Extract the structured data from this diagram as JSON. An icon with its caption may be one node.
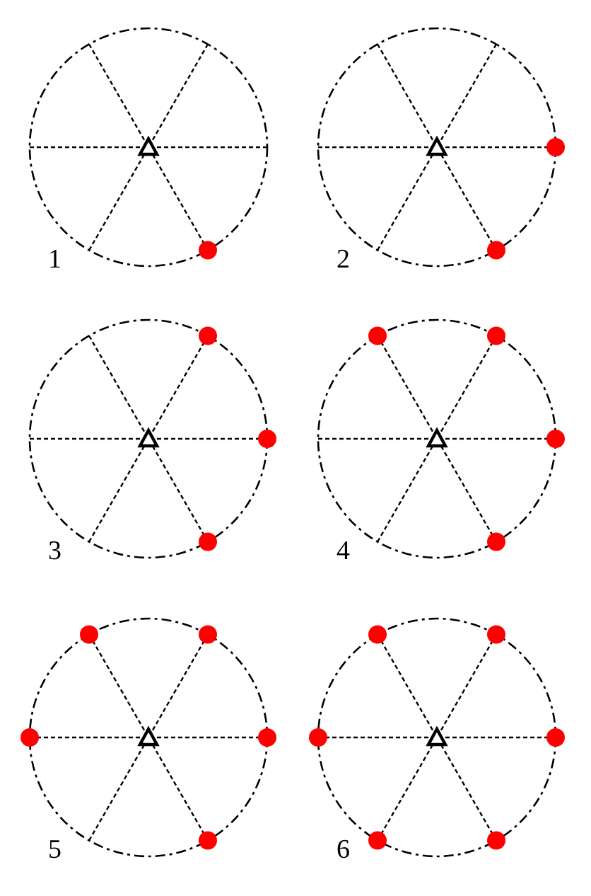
{
  "diagram": {
    "labels": [
      "1",
      "2",
      "3",
      "4",
      "5",
      "6"
    ]
  }
}
